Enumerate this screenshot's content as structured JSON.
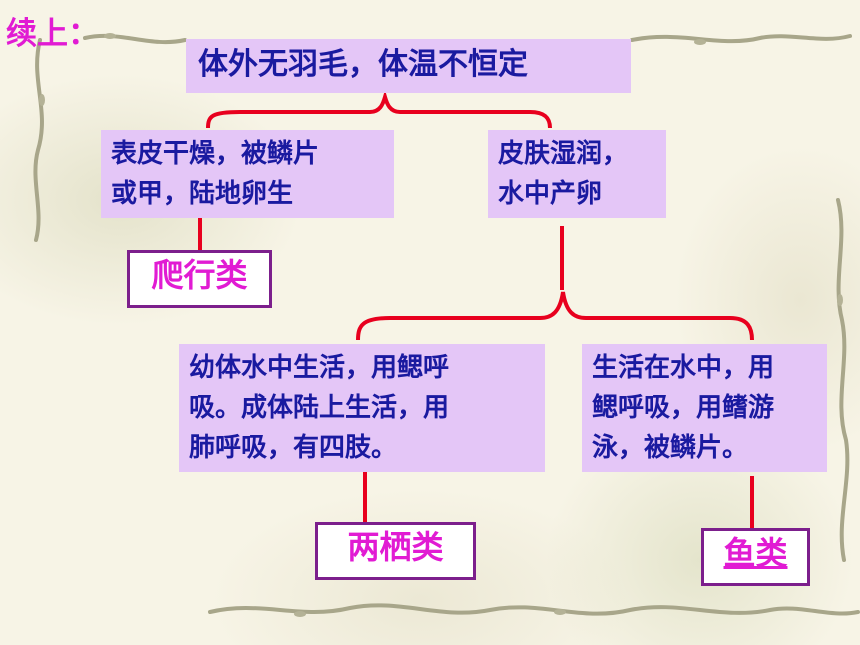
{
  "title": "续上：",
  "nodes": {
    "root": "体外无羽毛，体温不恒定",
    "dry_skin": [
      "表皮干燥，被鳞片",
      "或甲，陆地卵生"
    ],
    "moist_skin": [
      "皮肤湿润，",
      "水中产卵"
    ],
    "amphibian_desc": [
      "幼体水中生活，用鳃呼",
      "吸。成体陆上生活，用",
      "肺呼吸，有四肢。"
    ],
    "fish_desc": [
      "生活在水中，用",
      "鳃呼吸，用鳍游",
      "泳，被鳞片。"
    ]
  },
  "classes": {
    "reptiles": "爬行类",
    "amphibians": "两栖类",
    "fish": "鱼类"
  },
  "colors": {
    "box_fill": "#e4c6f7",
    "box_text": "#1a1aa0",
    "class_text": "#e11bd3",
    "class_border": "#7c1f8c",
    "connector": "#e8001e"
  }
}
